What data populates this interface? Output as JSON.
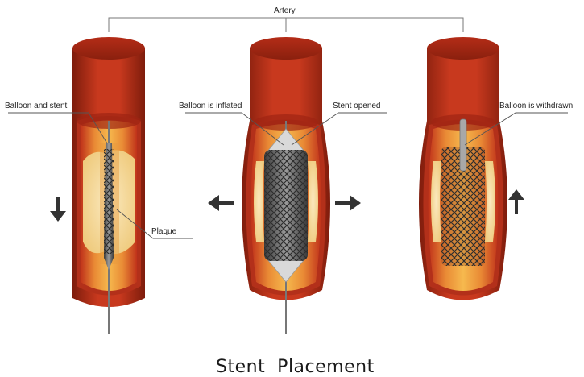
{
  "labels": {
    "artery": "Artery",
    "balloon_and_stent": "Balloon and stent",
    "balloon_inflated": "Balloon is inflated",
    "stent_opened": "Stent opened",
    "balloon_withdrawn": "Balloon is withdrawn",
    "plaque": "Plaque"
  },
  "title": "Stent  Placement",
  "colors": {
    "artery_outer": "#b8321b",
    "artery_dark": "#8a1f0e",
    "artery_inner": "#d9541d",
    "lumen": "#f3a640",
    "plaque": "#f6dca0",
    "stent": "#6b6b6b",
    "arrow": "#333333"
  },
  "icons": {
    "down_arrow": "arrow-down-icon",
    "left_arrow": "arrow-left-icon",
    "right_arrow": "arrow-right-icon",
    "up_arrow": "arrow-up-icon"
  }
}
